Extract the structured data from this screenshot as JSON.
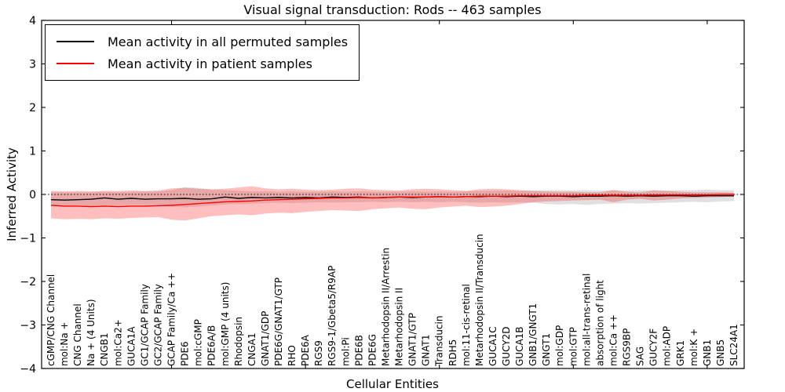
{
  "figure": {
    "title": "Visual signal transduction: Rods -- 463 samples",
    "xlabel": "Cellular Entities",
    "ylabel": "Inferred Activity",
    "background_color": "#ffffff"
  },
  "legend": {
    "entries": [
      {
        "label": "Mean activity in all permuted samples",
        "color": "#000000"
      },
      {
        "label": "Mean activity in patient samples",
        "color": "#ff0000"
      }
    ]
  },
  "chart_data": {
    "type": "line",
    "title": "Visual signal transduction: Rods -- 463 samples",
    "xlabel": "Cellular Entities",
    "ylabel": "Inferred Activity",
    "ylim": [
      -4,
      4
    ],
    "yticks": [
      4,
      3,
      2,
      1,
      0,
      -1,
      -2,
      -3,
      -4
    ],
    "ytick_labels": [
      "4",
      "3",
      "2",
      "1",
      "0",
      "−1",
      "−2",
      "−3",
      "−4"
    ],
    "xtick_values": [
      10,
      20,
      30,
      40,
      50
    ],
    "grid": false,
    "legend_position": "upper left",
    "zero_line": {
      "y": 0,
      "style": "dotted",
      "color": "#000000"
    },
    "categories": [
      "cGMP/CNG Channel",
      "mol:Na +",
      "CNG Channel",
      "Na + (4 Units)",
      "CNGB1",
      "mol:Ca2+",
      "GUCA1A",
      "GC1/GCAP Family",
      "GC2/GCAP Family",
      "GCAP Family/Ca ++",
      "PDE6",
      "mol:cGMP",
      "PDE6A/B",
      "mol:GMP (4 units)",
      "Rhodopsin",
      "CNGA1",
      "GNAT1/GDP",
      "PDE6G/GNAT1/GTP",
      "RHO",
      "PDE6A",
      "RGS9",
      "RGS9-1/Gbeta5/R9AP",
      "mol:Pi",
      "PDE6B",
      "PDE6G",
      "Metarhodopsin II/Arrestin",
      "Metarhodopsin II",
      "GNAT1/GTP",
      "GNAT1",
      "Transducin",
      "RDH5",
      "mol:11-cis-retinal",
      "Metarhodopsin II/Transducin",
      "GUCA1C",
      "GUCY2D",
      "GUCA1B",
      "GNB1/GNGT1",
      "GNGT1",
      "mol:GDP",
      "mol:GTP",
      "mol:all-trans-retinal",
      "absorption of light",
      "mol:Ca ++",
      "RGS9BP",
      "SAG",
      "GUCY2F",
      "mol:ADP",
      "GRK1",
      "mol:K +",
      "GNB1",
      "GNB5",
      "SLC24A1"
    ],
    "series": [
      {
        "name": "Mean activity in all permuted samples",
        "color": "#000000",
        "values": [
          -0.12,
          -0.13,
          -0.12,
          -0.11,
          -0.08,
          -0.11,
          -0.09,
          -0.11,
          -0.1,
          -0.1,
          -0.09,
          -0.11,
          -0.1,
          -0.06,
          -0.09,
          -0.07,
          -0.08,
          -0.07,
          -0.08,
          -0.07,
          -0.08,
          -0.06,
          -0.07,
          -0.06,
          -0.08,
          -0.07,
          -0.06,
          -0.07,
          -0.06,
          -0.05,
          -0.06,
          -0.05,
          -0.05,
          -0.04,
          -0.05,
          -0.04,
          -0.05,
          -0.04,
          -0.04,
          -0.05,
          -0.04,
          -0.04,
          -0.03,
          -0.04,
          -0.03,
          -0.04,
          -0.03,
          -0.03,
          -0.04,
          -0.03,
          -0.03,
          -0.03
        ]
      },
      {
        "name": "Mean activity in patient samples",
        "color": "#ff0000",
        "values": [
          -0.25,
          -0.27,
          -0.27,
          -0.28,
          -0.27,
          -0.28,
          -0.27,
          -0.27,
          -0.26,
          -0.25,
          -0.23,
          -0.21,
          -0.19,
          -0.17,
          -0.16,
          -0.15,
          -0.13,
          -0.12,
          -0.11,
          -0.1,
          -0.09,
          -0.08,
          -0.08,
          -0.07,
          -0.08,
          -0.07,
          -0.06,
          -0.06,
          -0.06,
          -0.05,
          -0.06,
          -0.05,
          -0.04,
          -0.04,
          -0.04,
          -0.03,
          -0.03,
          -0.03,
          -0.03,
          -0.03,
          -0.02,
          -0.02,
          -0.02,
          -0.02,
          -0.02,
          -0.01,
          -0.01,
          -0.01,
          -0.01,
          -0.01,
          0.0,
          0.0
        ]
      }
    ],
    "bands": [
      {
        "name": "permuted samples std band",
        "color": "#000000",
        "alpha": 0.12,
        "upper": [
          0.05,
          0.05,
          0.05,
          0.05,
          0.06,
          0.05,
          0.06,
          0.06,
          0.07,
          0.1,
          0.17,
          0.15,
          0.11,
          0.1,
          0.08,
          0.07,
          0.07,
          0.06,
          0.07,
          0.06,
          0.06,
          0.07,
          0.06,
          0.07,
          0.06,
          0.06,
          0.06,
          0.07,
          0.06,
          0.07,
          0.06,
          0.07,
          0.08,
          0.08,
          0.09,
          0.08,
          0.09,
          0.1,
          0.1,
          0.09,
          0.1,
          0.09,
          0.1,
          0.09,
          0.1,
          0.1,
          0.09,
          0.1,
          0.1,
          0.11,
          0.1,
          0.1
        ],
        "lower": [
          -0.25,
          -0.26,
          -0.25,
          -0.26,
          -0.25,
          -0.25,
          -0.24,
          -0.24,
          -0.25,
          -0.28,
          -0.3,
          -0.28,
          -0.25,
          -0.23,
          -0.22,
          -0.21,
          -0.2,
          -0.19,
          -0.2,
          -0.19,
          -0.18,
          -0.19,
          -0.18,
          -0.18,
          -0.17,
          -0.18,
          -0.17,
          -0.18,
          -0.17,
          -0.18,
          -0.17,
          -0.18,
          -0.19,
          -0.18,
          -0.19,
          -0.18,
          -0.19,
          -0.22,
          -0.23,
          -0.22,
          -0.24,
          -0.22,
          -0.21,
          -0.2,
          -0.21,
          -0.2,
          -0.19,
          -0.18,
          -0.17,
          -0.18,
          -0.16,
          -0.15
        ]
      },
      {
        "name": "patient samples std band",
        "color": "#ff0000",
        "alpha": 0.25,
        "upper": [
          0.08,
          0.07,
          0.08,
          0.07,
          0.08,
          0.08,
          0.09,
          0.08,
          0.09,
          0.14,
          0.15,
          0.13,
          0.12,
          0.13,
          0.16,
          0.19,
          0.14,
          0.12,
          0.13,
          0.11,
          0.1,
          0.11,
          0.13,
          0.14,
          0.11,
          0.1,
          0.09,
          0.12,
          0.13,
          0.12,
          0.1,
          0.08,
          0.12,
          0.13,
          0.12,
          0.1,
          0.08,
          0.07,
          0.06,
          0.06,
          0.05,
          0.05,
          0.1,
          0.06,
          0.05,
          0.09,
          0.08,
          0.06,
          0.05,
          0.05,
          0.05,
          0.04
        ],
        "lower": [
          -0.55,
          -0.57,
          -0.56,
          -0.57,
          -0.55,
          -0.56,
          -0.54,
          -0.53,
          -0.52,
          -0.58,
          -0.6,
          -0.55,
          -0.5,
          -0.48,
          -0.46,
          -0.48,
          -0.44,
          -0.42,
          -0.43,
          -0.4,
          -0.38,
          -0.36,
          -0.37,
          -0.38,
          -0.34,
          -0.32,
          -0.3,
          -0.33,
          -0.34,
          -0.3,
          -0.28,
          -0.26,
          -0.29,
          -0.28,
          -0.26,
          -0.22,
          -0.18,
          -0.16,
          -0.15,
          -0.14,
          -0.13,
          -0.12,
          -0.18,
          -0.12,
          -0.1,
          -0.14,
          -0.12,
          -0.09,
          -0.08,
          -0.07,
          -0.06,
          -0.05
        ]
      }
    ]
  }
}
